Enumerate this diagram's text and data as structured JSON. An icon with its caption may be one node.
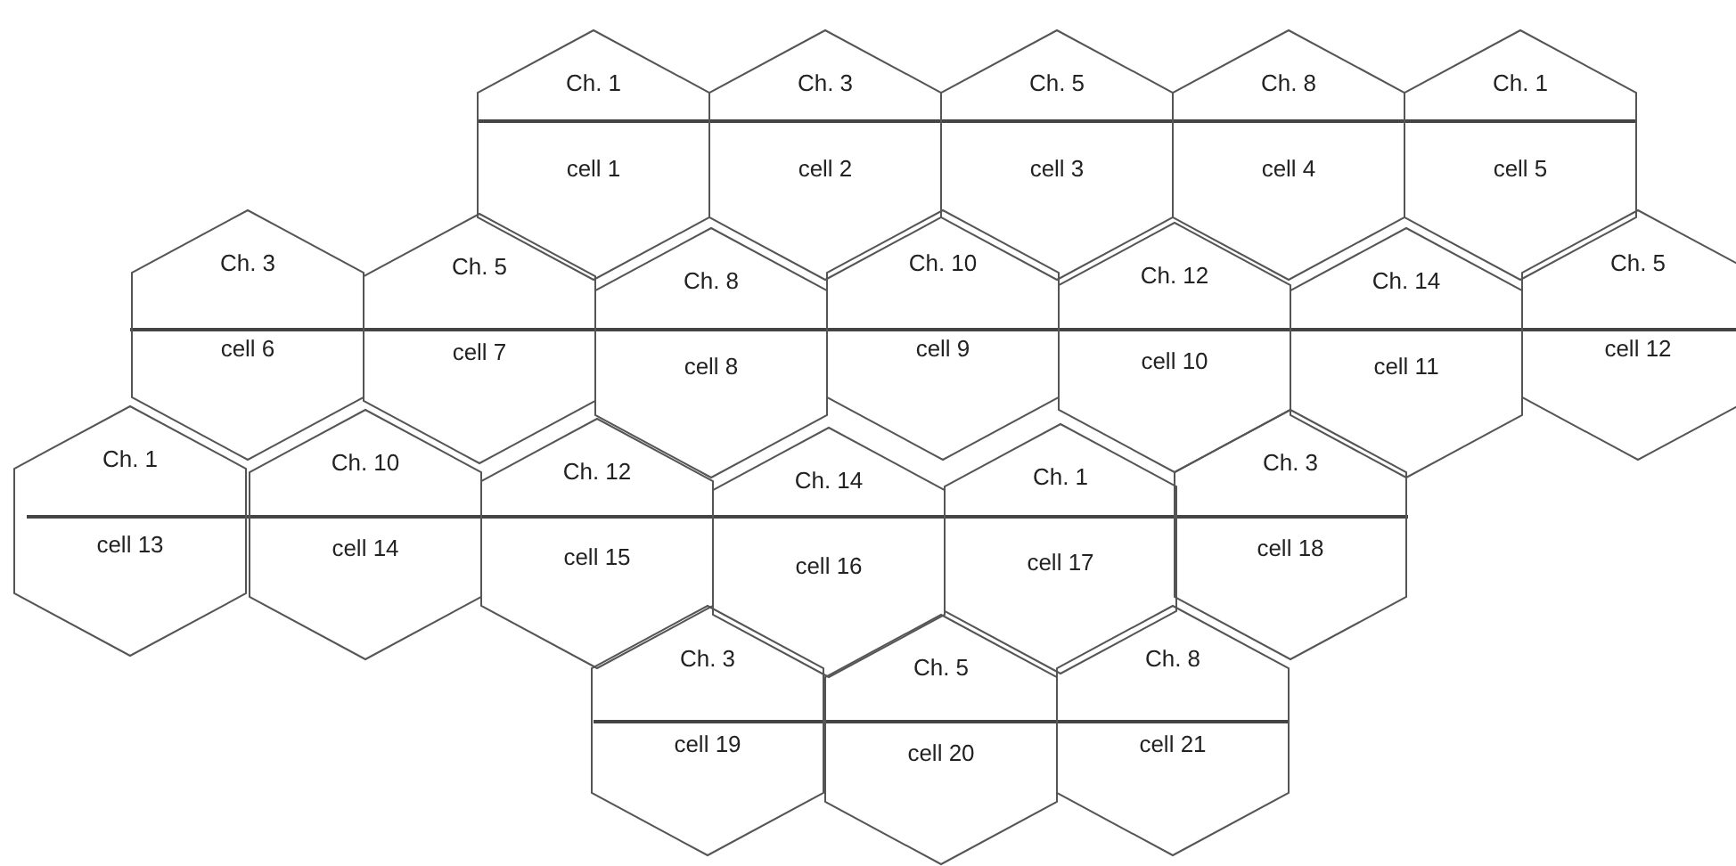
{
  "diagram": {
    "nodes": [
      {
        "text": [
          "Ch. 1",
          "cell 1"
        ]
      },
      {
        "text": [
          "Ch. 3",
          "cell 2"
        ]
      },
      {
        "text": [
          "Ch. 5",
          "cell 3"
        ]
      },
      {
        "text": [
          "Ch. 8",
          "cell 4"
        ]
      },
      {
        "text": [
          "Ch. 1",
          "cell 5"
        ]
      },
      {
        "text": [
          "Ch. 3",
          "cell 6"
        ]
      },
      {
        "text": [
          "Ch. 5",
          "cell 7"
        ]
      },
      {
        "text": [
          "Ch. 8",
          "cell 8"
        ]
      },
      {
        "text": [
          "Ch. 10",
          "cell 9"
        ]
      },
      {
        "text": [
          "Ch. 12",
          "cell 10"
        ]
      },
      {
        "text": [
          "Ch. 14",
          "cell 11"
        ]
      },
      {
        "text": [
          "Ch. 5",
          "cell 12"
        ]
      },
      {
        "text": [
          "Ch. 1",
          "cell 13"
        ]
      },
      {
        "text": [
          "Ch. 10",
          "cell 14"
        ]
      },
      {
        "text": [
          "Ch. 12",
          "cell 15"
        ]
      },
      {
        "text": [
          "Ch. 14",
          "cell 16"
        ]
      },
      {
        "text": [
          "Ch. 1",
          "cell 17"
        ]
      },
      {
        "text": [
          "Ch. 3",
          "cell 18"
        ]
      },
      {
        "text": [
          "Ch. 3",
          "cell 19"
        ]
      },
      {
        "text": [
          "Ch. 5",
          "cell 20"
        ]
      },
      {
        "text": [
          "Ch. 8",
          "cell 21"
        ]
      }
    ]
  }
}
